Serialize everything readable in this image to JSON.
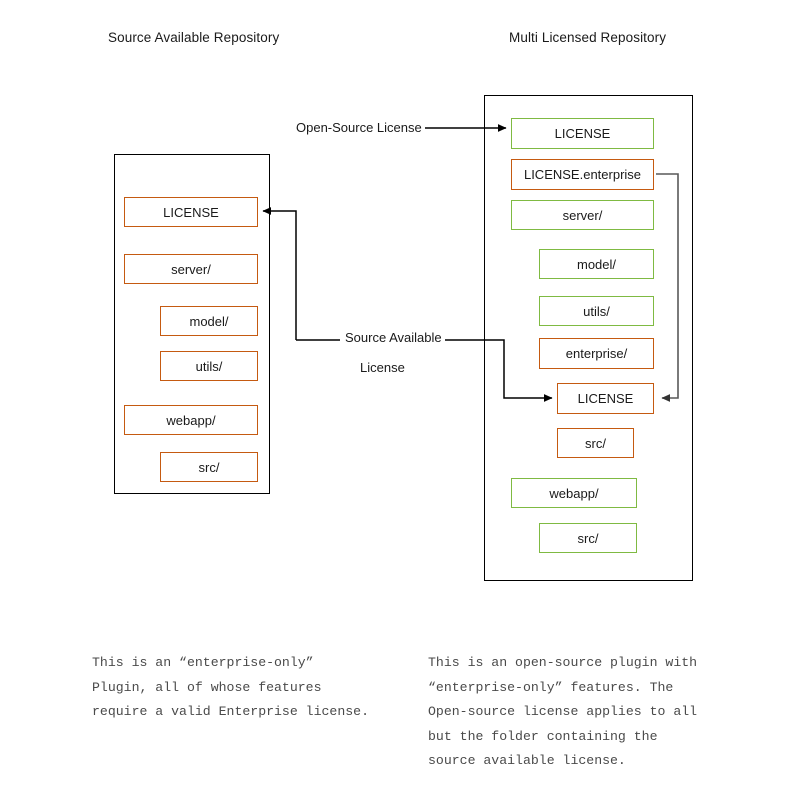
{
  "diagram": {
    "title_left": "Source Available Repository",
    "title_right": "Multi Licensed Repository",
    "colors": {
      "orange": "#C55A11",
      "green": "#7FBA42",
      "container": "#000000",
      "wire": "#000000",
      "wire_gray": "#595959",
      "caption": "#4a4a4a"
    },
    "wire_labels": {
      "open_source": "Open-Source License",
      "source_available_line1": "Source Available",
      "source_available_line2": "License"
    },
    "left_repo": {
      "items": [
        {
          "label": "LICENSE",
          "color": "orange",
          "indent": 0
        },
        {
          "label": "server/",
          "color": "orange",
          "indent": 0
        },
        {
          "label": "model/",
          "color": "orange",
          "indent": 1
        },
        {
          "label": "utils/",
          "color": "orange",
          "indent": 1
        },
        {
          "label": "webapp/",
          "color": "orange",
          "indent": 0
        },
        {
          "label": "src/",
          "color": "orange",
          "indent": 1
        }
      ]
    },
    "right_repo": {
      "items": [
        {
          "label": "LICENSE",
          "color": "green",
          "indent": 0
        },
        {
          "label": "LICENSE.enterprise",
          "color": "orange",
          "indent": 0
        },
        {
          "label": "server/",
          "color": "green",
          "indent": 0
        },
        {
          "label": "model/",
          "color": "green",
          "indent": 1
        },
        {
          "label": "utils/",
          "color": "green",
          "indent": 1
        },
        {
          "label": "enterprise/",
          "color": "orange",
          "indent": 1
        },
        {
          "label": "LICENSE",
          "color": "orange",
          "indent": 1
        },
        {
          "label": "src/",
          "color": "orange",
          "indent": 1
        },
        {
          "label": "webapp/",
          "color": "green",
          "indent": 0
        },
        {
          "label": "src/",
          "color": "green",
          "indent": 1
        }
      ]
    },
    "captions": {
      "left": "This is an “enterprise-only”\nPlugin, all of whose features\nrequire a valid Enterprise license.",
      "right": "This is an open-source plugin with\n“enterprise-only” features. The\nOpen-source license applies to all\nbut the folder containing the\nsource available license."
    }
  }
}
